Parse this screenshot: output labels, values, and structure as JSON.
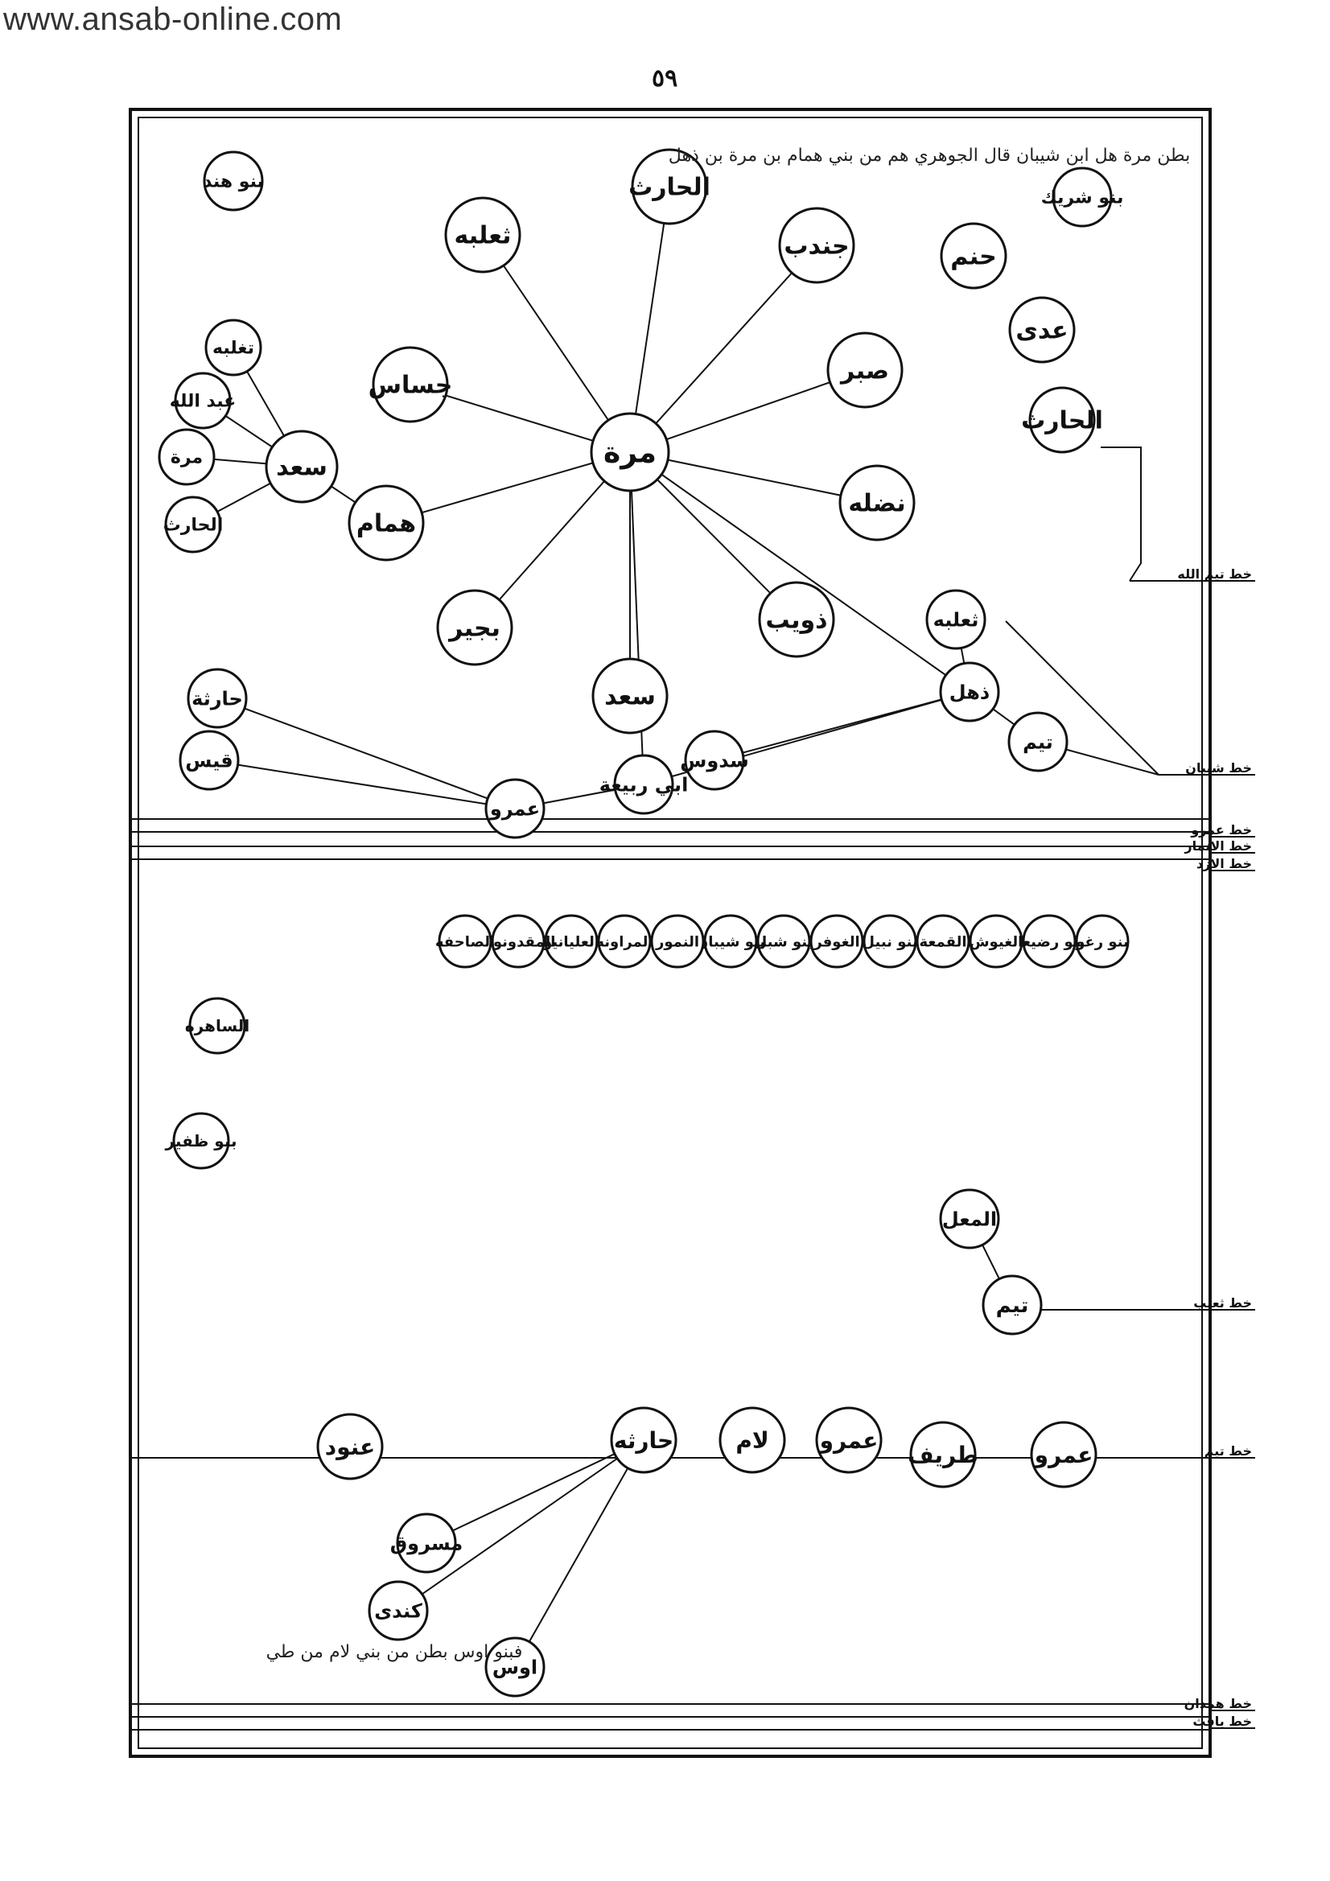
{
  "header": {
    "site": "www.ansab-online.com",
    "page_number": "٥٩"
  },
  "top_section": {
    "center": "مرة",
    "caption": "بطن مرة هل ابن شيبان قال الجوهري هم من بني همام بن مرة بن ذهل",
    "spokes": [
      "الحارث",
      "جندب",
      "صبر",
      "نضله",
      "ذويب",
      "سعد",
      "بجير",
      "همام",
      "جساس",
      "ثعلبه"
    ],
    "left_group": [
      "سعد",
      "تغلبه",
      "عبد الله",
      "مرة",
      "الحارث"
    ],
    "right_group": [
      "بنو شريك",
      "حنم",
      "عدى",
      "الحارث"
    ],
    "dhuhl_group": [
      "ثعلبه",
      "ذهل",
      "تيم",
      "سدوس",
      "ابي ربيعة",
      "عمرو",
      "حارثة",
      "قيس"
    ],
    "corner": "بنو هند"
  },
  "tribes_row": [
    "بنو رغو",
    "بنو رضيعه",
    "الغيوش",
    "القمعة",
    "بنو نبيل",
    "الغوفر",
    "بنو شبل",
    "بنو شيبان",
    "النمور",
    "المراونه",
    "العليانيو",
    "المقدونون",
    "الصاحفه"
  ],
  "left_tribes": [
    "الساهره",
    "بنو ظفير"
  ],
  "bottom_section": {
    "mid_nodes": [
      "المعل",
      "تيم"
    ],
    "lineage": [
      "عمرو",
      "طريف",
      "عمرو",
      "لام",
      "حارثه",
      "عنود"
    ],
    "branches": [
      "مسروق",
      "كندى",
      "اوس"
    ],
    "aws_note": "فبنو اوس بطن من بني لام من طي"
  },
  "side_labels": [
    "خط تيم الله",
    "خط شيبان",
    "خط عمرو",
    "خط الانمار",
    "خط الازد",
    "خط ثعلب",
    "خط تيم",
    "خط همدان",
    "خط يافث"
  ]
}
